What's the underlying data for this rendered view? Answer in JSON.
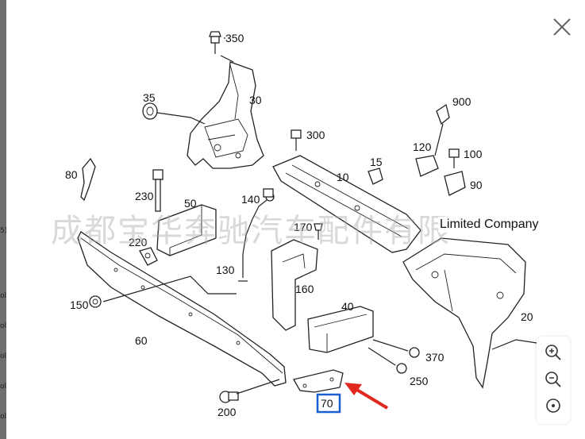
{
  "viewer": {
    "close_icon": "close-icon",
    "zoom_in_icon": "zoom-in-icon",
    "zoom_out_icon": "zoom-out-icon",
    "reset_icon": "reset-icon"
  },
  "watermark_text": "成都宝华奔驰汽车配件有限",
  "company_text": "Limited Company",
  "highlight_color": "#1a5fd0",
  "arrow_color": "#e0281f",
  "part_labels": [
    "350",
    "30",
    "35",
    "80",
    "230",
    "50",
    "220",
    "140",
    "170",
    "130",
    "150",
    "60",
    "300",
    "10",
    "15",
    "120",
    "900",
    "100",
    "90",
    "160",
    "40",
    "370",
    "250",
    "200",
    "70",
    "20"
  ]
}
